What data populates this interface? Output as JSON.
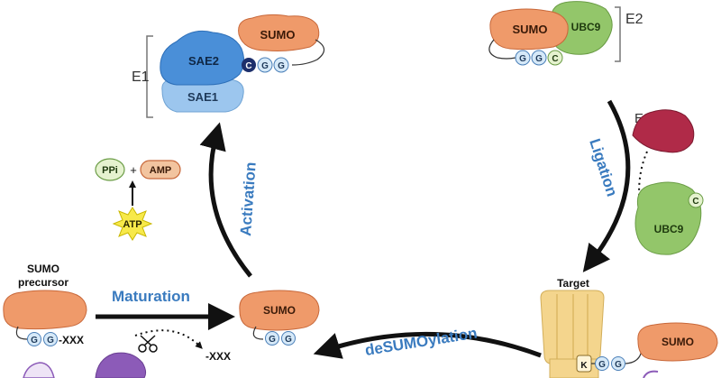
{
  "e1": {
    "label": "E1",
    "sae2": "SAE2",
    "sae1": "SAE1",
    "sumo": "SUMO",
    "tail": [
      "C",
      "G",
      "G"
    ]
  },
  "e2": {
    "label": "E2",
    "sumo": "SUMO",
    "ubc9": "UBC9",
    "tail": [
      "G",
      "G",
      "C"
    ]
  },
  "e3": {
    "label": "E3"
  },
  "ubc9_free": {
    "label": "UBC9",
    "cys": "C"
  },
  "steps": {
    "activation": "Activation",
    "ligation": "Ligation",
    "maturation": "Maturation",
    "desumoylation": "deSUMOylation"
  },
  "atp_reaction": {
    "ppi": "PPi",
    "plus": "+",
    "amp": "AMP",
    "atp": "ATP"
  },
  "precursor": {
    "title_line1": "SUMO",
    "title_line2": "precursor",
    "sumo": "",
    "tail": [
      "G",
      "G"
    ],
    "suffix": "-XXX"
  },
  "cleaved": {
    "label": "-XXX"
  },
  "mature": {
    "sumo": "SUMO",
    "tail": [
      "G",
      "G"
    ]
  },
  "target": {
    "label": "Target",
    "lysine": "K",
    "tail": [
      "G",
      "G"
    ],
    "sumo": "SUMO"
  },
  "colors": {
    "sumo": "#ef9a6a",
    "sumo_stroke": "#c8683a",
    "sae2": "#4a8fd8",
    "sae1": "#9cc6ee",
    "ubc9": "#93c66a",
    "e3": "#b02a48",
    "arrow": "#111111",
    "label_blue": "#3a7bbf",
    "gly": "#d6e9f8",
    "cys_dark": "#1d2f6b",
    "target": "#f4d58d",
    "protease": "#8c5bb8",
    "atp": "#f7e94a",
    "ppi": "#e5f2cf",
    "amp": "#f2c49f"
  }
}
